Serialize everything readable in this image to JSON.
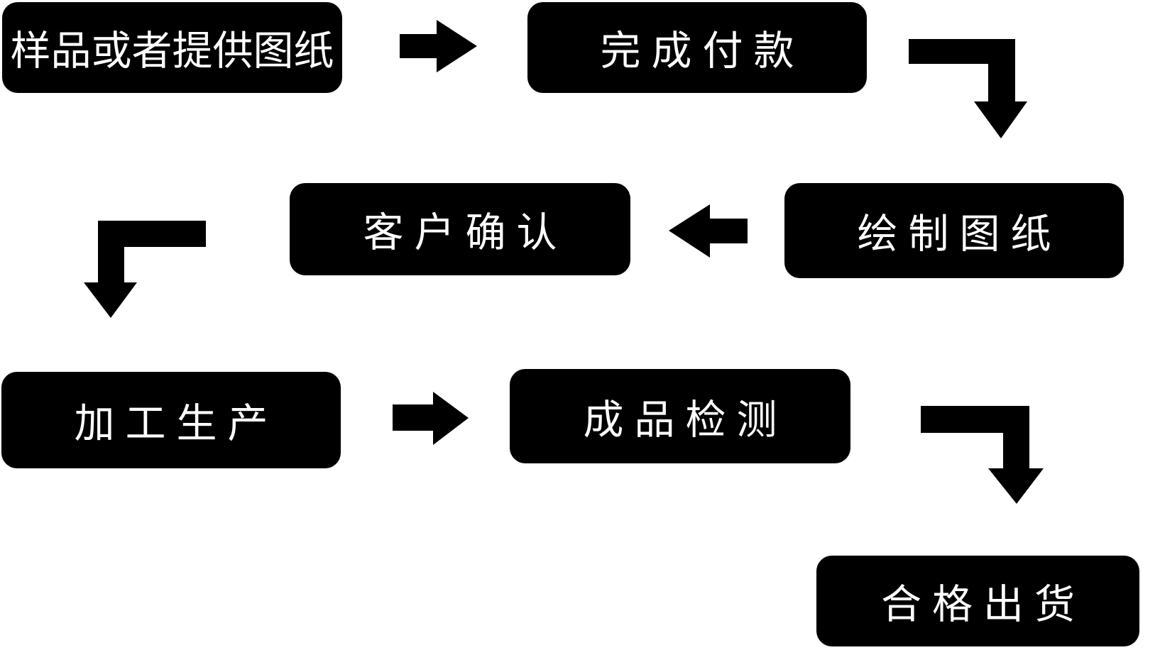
{
  "diagram": {
    "type": "flowchart",
    "colors": {
      "background": "#ffffff",
      "node_bg": "#000000",
      "node_text": "#ffffff",
      "arrow": "#000000"
    },
    "nodes": [
      {
        "id": "step-1",
        "label": "样品或者提供图纸"
      },
      {
        "id": "step-2",
        "label": "完成付款"
      },
      {
        "id": "step-3",
        "label": "绘制图纸"
      },
      {
        "id": "step-4",
        "label": "客户确认"
      },
      {
        "id": "step-5",
        "label": "加工生产"
      },
      {
        "id": "step-6",
        "label": "成品检测"
      },
      {
        "id": "step-7",
        "label": "合格出货"
      }
    ],
    "connections": [
      {
        "from": "样品或者提供图纸",
        "to": "完成付款",
        "shape": "arrow-right"
      },
      {
        "from": "完成付款",
        "to": "绘制图纸",
        "shape": "elbow-right-down"
      },
      {
        "from": "绘制图纸",
        "to": "客户确认",
        "shape": "arrow-left"
      },
      {
        "from": "客户确认",
        "to": "加工生产",
        "shape": "elbow-left-down"
      },
      {
        "from": "加工生产",
        "to": "成品检测",
        "shape": "arrow-right"
      },
      {
        "from": "成品检测",
        "to": "合格出货",
        "shape": "elbow-right-down"
      }
    ]
  }
}
